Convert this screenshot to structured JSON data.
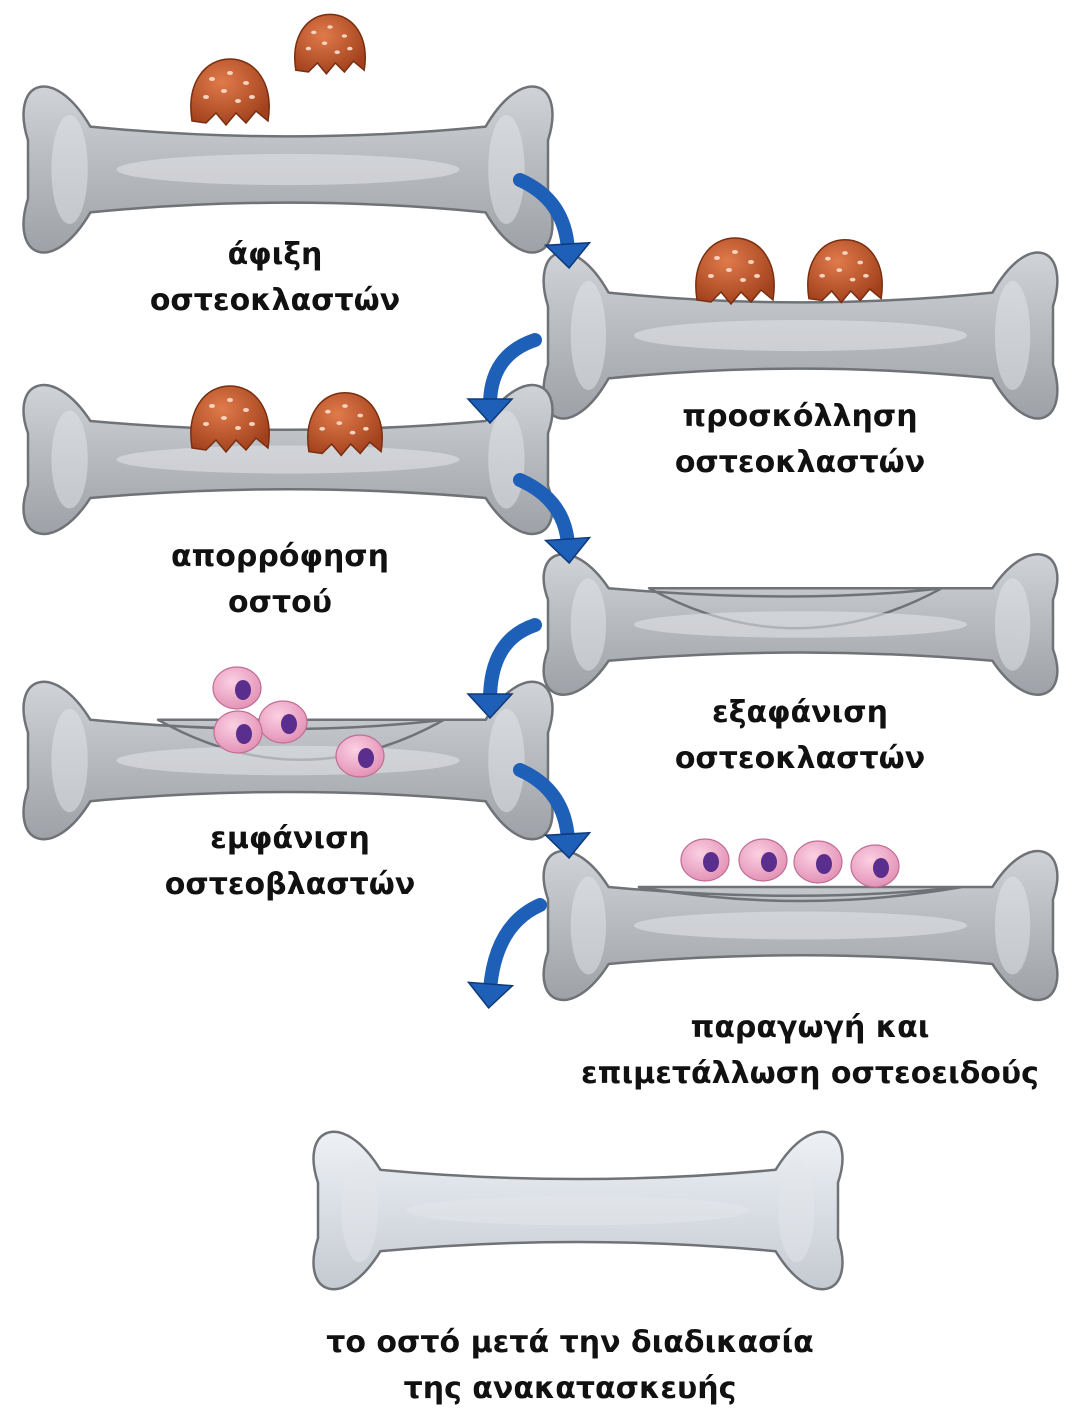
{
  "diagram": {
    "stages": [
      {
        "line1": "άφιξη",
        "line2": "οστεοκλαστών"
      },
      {
        "line1": "προσκόλληση",
        "line2": "οστεοκλαστών"
      },
      {
        "line1": "απορρόφηση",
        "line2": "οστού"
      },
      {
        "line1": "εξαφάνιση",
        "line2": "οστεοκλαστών"
      },
      {
        "line1": "εμφάνιση",
        "line2": "οστεοβλαστών"
      },
      {
        "line1": "παραγωγή και",
        "line2": "επιμετάλλωση οστεοειδούς"
      },
      {
        "line1": "το οστό μετά την διαδικασία",
        "line2": "της ανακατασκευής"
      }
    ]
  },
  "colors": {
    "bone_fill": "#b9bcc0",
    "bone_highlight": "#e4e6e9",
    "bone_outline": "#6f7378",
    "final_bone_fill": "#dfe4ea",
    "osteoclast": "#c2582c",
    "osteoblast": "#f3a7c7",
    "osteoblast_nucleus": "#5a2e8c",
    "arrow": "#1e5fb8"
  }
}
